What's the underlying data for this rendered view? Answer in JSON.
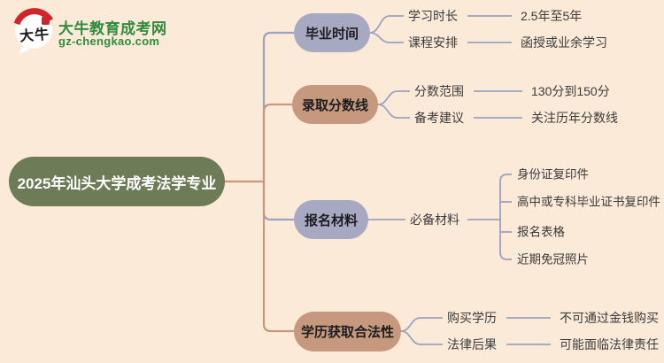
{
  "logo": {
    "bubble_text": "大牛",
    "title": "大牛教育成考网",
    "subtitle": "gz-chengkao.com"
  },
  "root": {
    "label": "2025年汕头大学成考法学专业"
  },
  "branches": [
    {
      "label": "毕业时间",
      "color": "gray",
      "items": [
        {
          "label": "学习时长",
          "value": "2.5年至5年"
        },
        {
          "label": "课程安排",
          "value": "函授或业余学习"
        }
      ]
    },
    {
      "label": "录取分数线",
      "color": "tan",
      "items": [
        {
          "label": "分数范围",
          "value": "130分到150分"
        },
        {
          "label": "备考建议",
          "value": "关注历年分数线"
        }
      ]
    },
    {
      "label": "报名材料",
      "color": "gray",
      "items": [
        {
          "label": "必备材料",
          "children": [
            "身份证复印件",
            "高中或专科毕业证书复印件",
            "报名表格",
            "近期免冠照片"
          ]
        }
      ]
    },
    {
      "label": "学历获取合法性",
      "color": "tan",
      "items": [
        {
          "label": "购买学历",
          "value": "不可通过金钱购买"
        },
        {
          "label": "法律后果",
          "value": "可能面临法律责任"
        }
      ]
    }
  ],
  "colors": {
    "background": "#fcead9",
    "root_node": "#6d7b57",
    "gray_node": "#a7a9c3",
    "tan_node": "#c6997e",
    "line_blue": "#99a2be",
    "line_tan": "#c6997e",
    "text_dark": "#3b3b3b",
    "logo_green": "#2f8b3d",
    "logo_red": "#d2252b"
  }
}
